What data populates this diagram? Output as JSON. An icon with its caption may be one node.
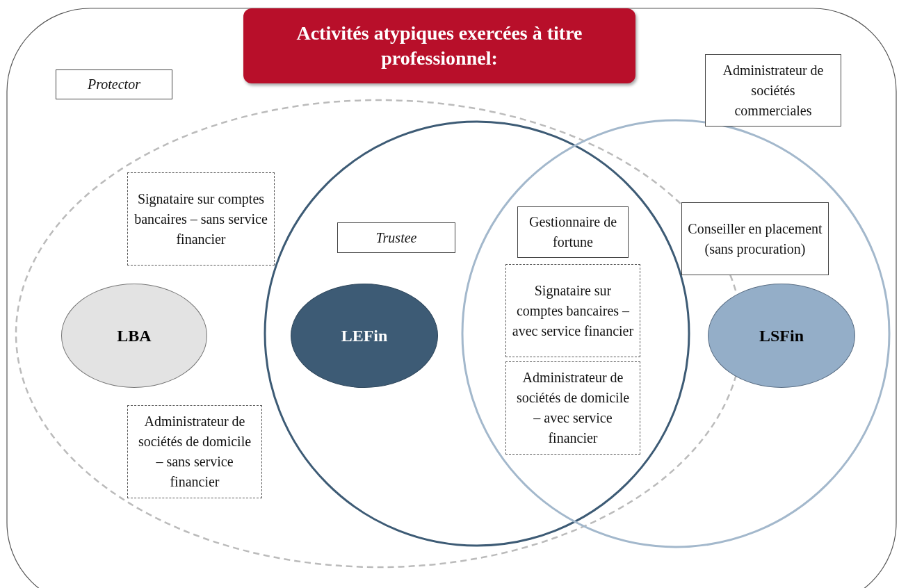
{
  "diagram": {
    "title": "Activités atypiques exercées à titre professionnel:",
    "nodes": [
      {
        "text": [
          "Protector"
        ]
      },
      {
        "text": [
          "Administrateur de sociétés commerciales"
        ]
      },
      {
        "text": [
          "Signataire sur comptes bancaires – sans service financier"
        ]
      },
      {
        "text": [
          "Trustee"
        ]
      },
      {
        "text": [
          "Gestionnaire de fortune"
        ]
      },
      {
        "text": [
          "Conseiller en placement (sans procuration)"
        ]
      },
      {
        "text": [
          "LBA"
        ]
      },
      {
        "text": [
          "LEFin"
        ]
      },
      {
        "text": [
          "Signataire sur comptes bancaires – avec service financier"
        ]
      },
      {
        "text": [
          "LSFin"
        ]
      },
      {
        "text": [
          "Administrateur de sociétés de domicile – avec service financier"
        ]
      },
      {
        "text": [
          "Administrateur de sociétés de domicile – sans service financier"
        ]
      }
    ],
    "edges": []
  }
}
